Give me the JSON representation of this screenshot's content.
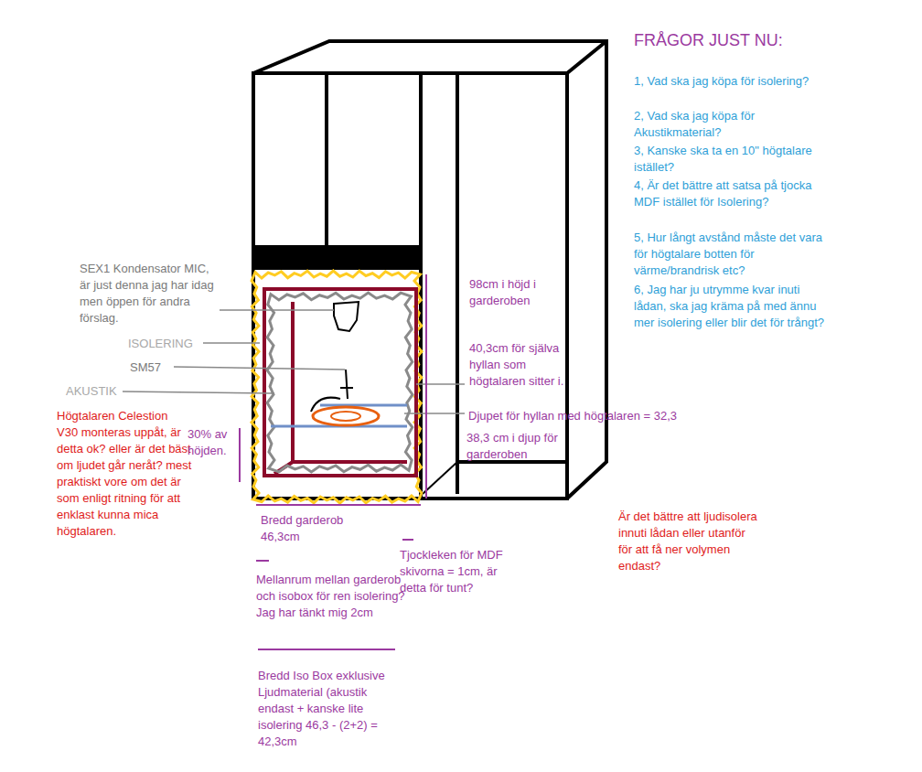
{
  "diagram": {
    "title": "FRÅGOR JUST NU:",
    "labels": [
      "1, Vad ska jag köpa för isolering?",
      "2, Vad ska jag köpa för Akustikmaterial?",
      "3, Kanske ska ta en 10\" högtalare istället?",
      "4, Är det bättre att satsa på tjocka MDF istället för Isolering?",
      "5, Hur långt avstånd måste det vara för högtalare botten för värme/brandrisk etc?",
      "6, Jag har ju utrymme kvar inuti lådan, ska jag kräma på med ännu mer isolering eller blir det för trångt?",
      "SEX1 Kondensator MIC, är just denna jag har idag men öppen för andra förslag.",
      "ISOLERING",
      "SM57",
      "AKUSTIK",
      "Högtalaren Celestion V30 monteras uppåt, är detta ok? eller är det bäst om ljudet går neråt? mest praktiskt vore om det är som enligt ritning för att enklast kunna mica högtalaren.",
      "30% av höjden.",
      "98cm i höjd i garderoben",
      "40,3cm för själva hyllan som högtalaren sitter i.",
      "Djupet för hyllan med högtalaren = 32,3",
      "38,3 cm i djup för garderoben",
      "Bredd garderob 46,3cm",
      "Tjockleken för MDF skivorna = 1cm, är detta för tunt?",
      "Mellanrum mellan garderob och isobox för ren isolering? Jag har tänkt mig 2cm",
      "Bredd Iso Box exklusive Ljudmaterial (akustik endast + kanske lite isolering 46,3 - (2+2) = 42,3cm",
      "Är det bättre att ljudisolera innuti lådan eller utanför för att få ner volymen endast?"
    ]
  }
}
